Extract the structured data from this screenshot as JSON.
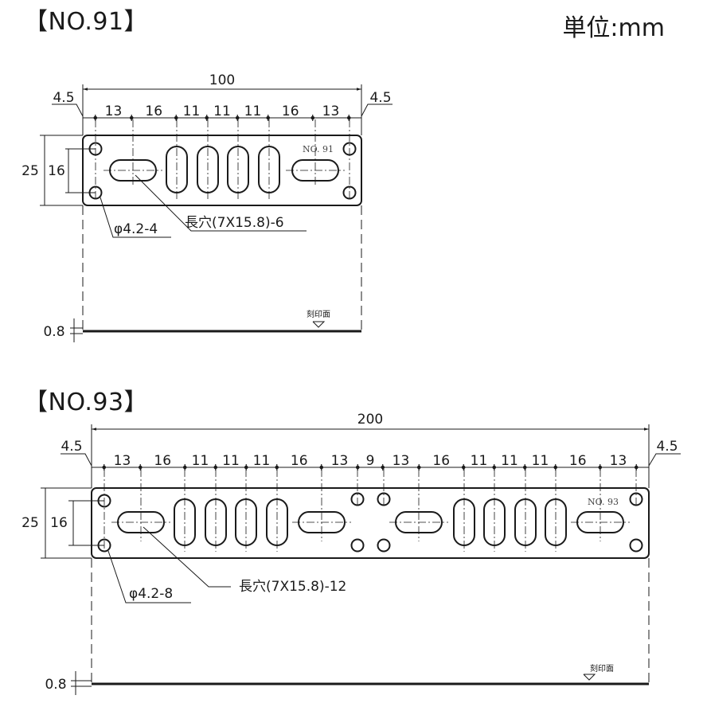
{
  "unit_label": "単位:mm",
  "parts": [
    {
      "title": "【NO.91】",
      "stamp": "NO. 91",
      "total_width": "100",
      "edge_left": "4.5",
      "edge_right": "4.5",
      "spacings": [
        "13",
        "16",
        "11",
        "11",
        "11",
        "16",
        "13"
      ],
      "height_outer": "25",
      "height_inner": "16",
      "hole_callout": "φ4.2-4",
      "slot_callout": "長穴(7X15.8)-6",
      "thickness": "0.8",
      "stamp_face": "刻印面"
    },
    {
      "title": "【NO.93】",
      "stamp": "NO. 93",
      "total_width": "200",
      "edge_left": "4.5",
      "edge_right": "4.5",
      "spacings": [
        "13",
        "16",
        "11",
        "11",
        "11",
        "16",
        "13",
        "9",
        "13",
        "16",
        "11",
        "11",
        "11",
        "16",
        "13"
      ],
      "height_outer": "25",
      "height_inner": "16",
      "hole_callout": "φ4.2-8",
      "slot_callout": "長穴(7X15.8)-12",
      "thickness": "0.8",
      "stamp_face": "刻印面"
    }
  ]
}
